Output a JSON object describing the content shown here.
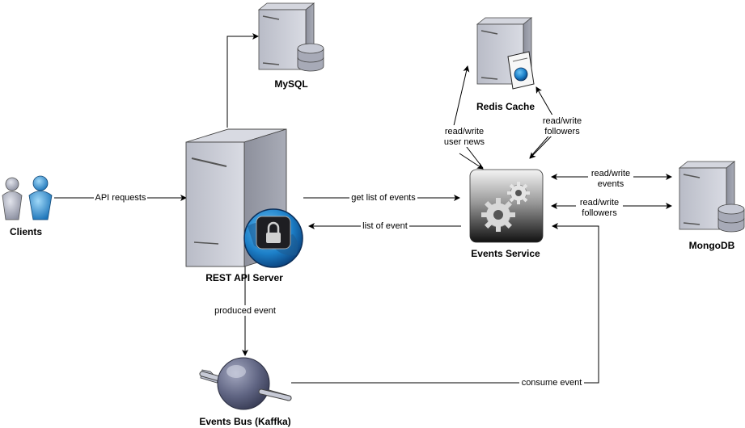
{
  "nodes": {
    "clients": "Clients",
    "mysql": "MySQL",
    "rest_api": "REST API Server",
    "redis": "Redis Cache",
    "events_service": "Events Service",
    "mongodb": "MongoDB",
    "events_bus": "Events Bus (Kaffka)"
  },
  "edges": {
    "api_requests": "API requests",
    "get_list": "get list of events",
    "list_of_event": "list of event",
    "produced_event": "produced event",
    "consume_event": "consume event",
    "rw_user_news": [
      "read/write",
      "user news"
    ],
    "rw_followers_redis": [
      "read/write",
      "followers"
    ],
    "rw_events": [
      "read/write",
      "events"
    ],
    "rw_followers_mongo": [
      "read/write",
      "followers"
    ]
  }
}
